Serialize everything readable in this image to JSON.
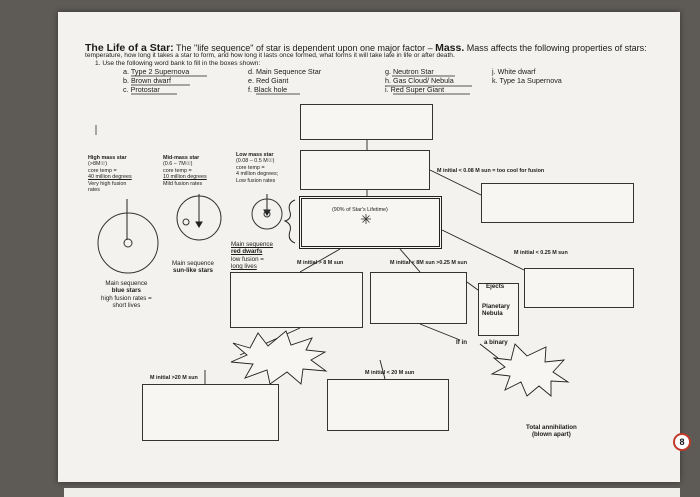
{
  "header": {
    "title_bold": "The Life of a Star:",
    "title_rest": " The \"life sequence\" of star is dependent upon one major factor – ",
    "mass_word": "Mass.",
    "title_tail": " Mass affects the following properties of stars:",
    "line2": "temperature, how long it takes a star to form, and how long it lasts once formed, what forms it will take late in life or after death.",
    "instruction": "1.  Use the following word bank to fill in the boxes shown:"
  },
  "word_bank": [
    [
      "a.  Type 2 Supernova",
      "b.  Brown dwarf",
      "c.  Protostar"
    ],
    [
      "d.  Main Sequence Star",
      "e.  Red Giant",
      "f.  Black hole"
    ],
    [
      "g.  Neutron Star",
      "h.  Gas Cloud/ Nebula",
      "i.  Red Super Giant"
    ],
    [
      "j.  White dwarf",
      "k.  Type 1a Supernova"
    ]
  ],
  "star_types": {
    "high": {
      "title": "High mass star",
      "mass": "(>8M☉)",
      "lines": [
        "core temp =",
        "40 million degrees",
        "Very high fusion",
        "rates"
      ]
    },
    "mid": {
      "title": "Mid-mass star",
      "mass": "(0.6 – 7M☉)",
      "lines": [
        "core temp =",
        "10 million degrees",
        "Mild fusion rates"
      ]
    },
    "low": {
      "title": "Low mass star",
      "mass": "(0.08 – 0.5 M☉)",
      "lines": [
        "core temp =",
        "4 million degrees;",
        "Low fusion rates"
      ]
    }
  },
  "labels": {
    "main_seq_blue": [
      "Main sequence",
      "blue stars",
      "high fusion rates =",
      "short lives"
    ],
    "main_seq_sun": [
      "Main sequence",
      "sun-like stars"
    ],
    "main_seq_red": [
      "Main sequence",
      "red dwarfs",
      "low fusion =",
      "long lives"
    ],
    "lifetime": "(90% of Star's Lifetime)",
    "too_cool": "M initial < 0.08 M sun = too cool for fusion",
    "gt8": "M initial > 8 M sun",
    "range": "M initial < 8M sun >0.25 M sun",
    "lt025": "M initial < 0.25 M sun",
    "ejects": "Ejects",
    "planetary": [
      "Planetary",
      "Nebula"
    ],
    "binary_if": "If in",
    "binary": "a binary",
    "gt20": "M initial >20 M sun",
    "lt20": "M initial < 20 M sun",
    "annihilation": [
      "Total annihilation",
      "(blown apart)"
    ]
  },
  "page_number": "8"
}
